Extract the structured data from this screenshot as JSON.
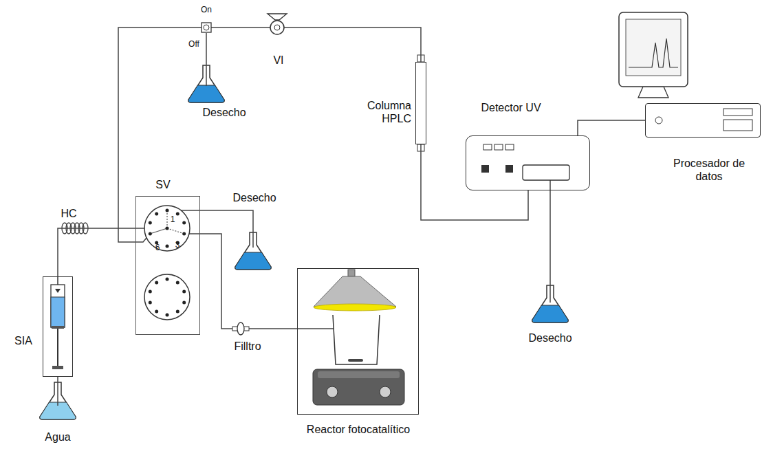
{
  "diagram": {
    "nodes": [
      {
        "text": [
          "SIA"
        ]
      },
      {
        "text": [
          "SV"
        ]
      },
      {
        "text": [
          "Reactor fotocatalítico"
        ]
      },
      {
        "text": [
          "Columna HPLC"
        ]
      },
      {
        "text": [
          "Detector UV"
        ]
      },
      {
        "text": [
          "Procesador de datos"
        ]
      }
    ],
    "edges": [
      {
        "from": 0,
        "to": 1,
        "arrow": "none"
      },
      {
        "from": 1,
        "to": 2,
        "arrow": "none"
      },
      {
        "from": 1,
        "to": 3,
        "arrow": "none"
      },
      {
        "from": 3,
        "to": 4,
        "arrow": "none"
      },
      {
        "from": 4,
        "to": 5,
        "arrow": "none"
      }
    ],
    "labels": [
      "On",
      "Off",
      "Desecho",
      "VI",
      "HC",
      "1",
      "6",
      "3",
      "Desecho",
      "Filltro",
      "Desecho",
      "Agua"
    ]
  }
}
